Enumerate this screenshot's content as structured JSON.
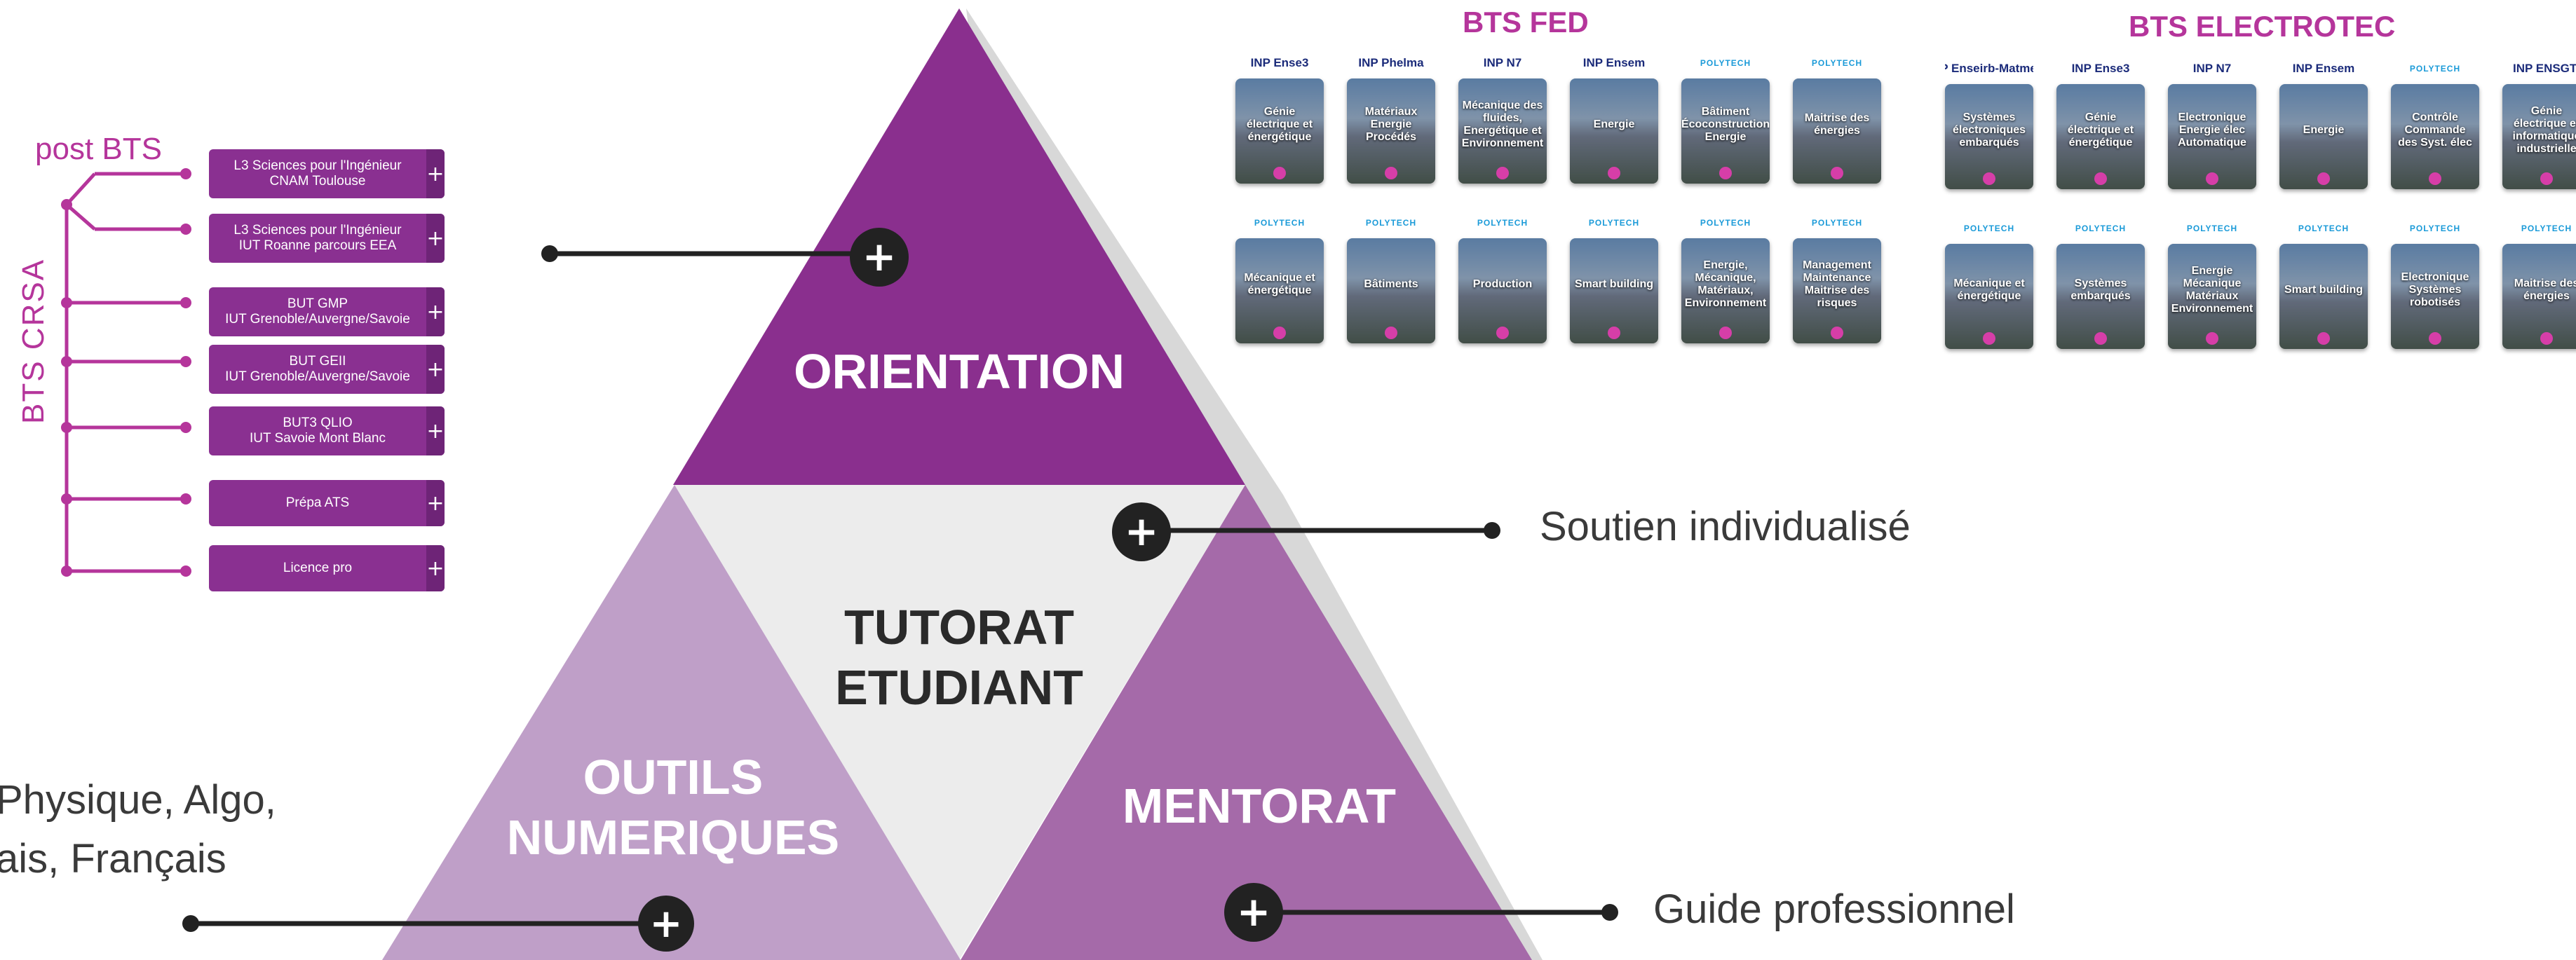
{
  "colors": {
    "accent": "#b5359b",
    "orientation": "#8a2f8e",
    "tutorat": "#ececec",
    "outils": "#bf9fc8",
    "mentorat": "#a56aa9",
    "button": "#8a3091"
  },
  "post_bts": {
    "title": "post BTS",
    "bts_label": "BTS CRSA",
    "programs": [
      {
        "label": "L3 Sciences pour l'Ingénieur\nCNAM Toulouse"
      },
      {
        "label": "L3 Sciences pour l'Ingénieur\nIUT Roanne parcours EEA"
      },
      {
        "label": "BUT GMP\nIUT Grenoble/Auvergne/Savoie"
      },
      {
        "label": "BUT GEII\nIUT Grenoble/Auvergne/Savoie"
      },
      {
        "label": "BUT3 QLIO\nIUT Savoie Mont Blanc"
      },
      {
        "label": "Prépa ATS"
      },
      {
        "label": "Licence pro"
      }
    ],
    "plus_symbol": "+"
  },
  "pyramid": {
    "orientation": "ORIENTATION",
    "tutorat": "TUTORAT\nETUDIANT",
    "outils": "OUTILS\nNUMERIQUES",
    "mentorat": "MENTORAT",
    "plus_symbol": "+"
  },
  "callouts": {
    "soutien": "Soutien individualisé",
    "guide": "Guide professionnel",
    "subjects_line1": "Physique, Algo,",
    "subjects_line2": "ais, Français"
  },
  "bts_fed": {
    "title": "BTS FED",
    "row1": [
      {
        "logo": "INP Ense3",
        "text": "Génie électrique et énergétique"
      },
      {
        "logo": "INP Phelma",
        "text": "Matériaux Energie Procédés"
      },
      {
        "logo": "INP N7",
        "text": "Mécanique des fluides, Energétique et Environnement"
      },
      {
        "logo": "INP Ensem",
        "text": "Energie"
      },
      {
        "logo": "POLYTECH",
        "text": "Bâtiment Écoconstruction Energie"
      },
      {
        "logo": "POLYTECH",
        "text": "Maitrise des énergies"
      }
    ],
    "row2": [
      {
        "logo": "POLYTECH",
        "text": "Mécanique et énergétique"
      },
      {
        "logo": "POLYTECH",
        "text": "Bâtiments"
      },
      {
        "logo": "POLYTECH",
        "text": "Production"
      },
      {
        "logo": "POLYTECH",
        "text": "Smart building"
      },
      {
        "logo": "POLYTECH",
        "text": "Energie, Mécanique, Matériaux, Environnement"
      },
      {
        "logo": "POLYTECH",
        "text": "Management Maintenance Maitrise des risques"
      }
    ]
  },
  "bts_electrotec": {
    "title": "BTS ELECTROTEC",
    "row1": [
      {
        "logo": "INP Enseirb-Matmeca",
        "text": "Systèmes électroniques embarqués"
      },
      {
        "logo": "INP Ense3",
        "text": "Génie électrique et énergétique"
      },
      {
        "logo": "INP N7",
        "text": "Electronique Energie élec Automatique"
      },
      {
        "logo": "INP Ensem",
        "text": "Energie"
      },
      {
        "logo": "POLYTECH",
        "text": "Contrôle Commande des Syst. élec"
      },
      {
        "logo": "INP ENSGTI",
        "text": "Génie électrique et informatique industrielle"
      }
    ],
    "row2": [
      {
        "logo": "POLYTECH",
        "text": "Mécanique et énergétique"
      },
      {
        "logo": "POLYTECH",
        "text": "Systèmes embarqués"
      },
      {
        "logo": "POLYTECH",
        "text": "Energie Mécanique Matériaux Environnement"
      },
      {
        "logo": "POLYTECH",
        "text": "Smart building"
      },
      {
        "logo": "POLYTECH",
        "text": "Electronique Systèmes robotisés"
      },
      {
        "logo": "POLYTECH",
        "text": "Maitrise des énergies"
      }
    ]
  }
}
